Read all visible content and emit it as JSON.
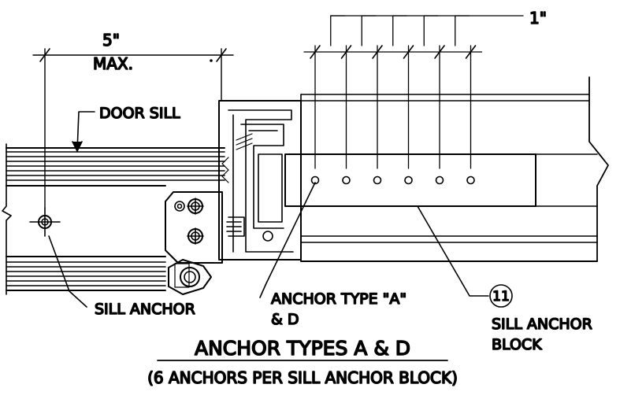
{
  "dimensions": {
    "max_value": "5\"",
    "max_word": "MAX.",
    "spacing": "1\""
  },
  "labels": {
    "door_sill": "DOOR SILL",
    "sill_anchor": "SILL ANCHOR",
    "anchor_type_line1": "ANCHOR TYPE \"A\"",
    "anchor_type_line2": "& D",
    "block_line1": "SILL ANCHOR",
    "block_line2": "BLOCK",
    "detail_number": "11"
  },
  "title": "ANCHOR TYPES A & D",
  "subtitle": "(6 ANCHORS PER SILL ANCHOR BLOCK)",
  "anchor_count": 6
}
